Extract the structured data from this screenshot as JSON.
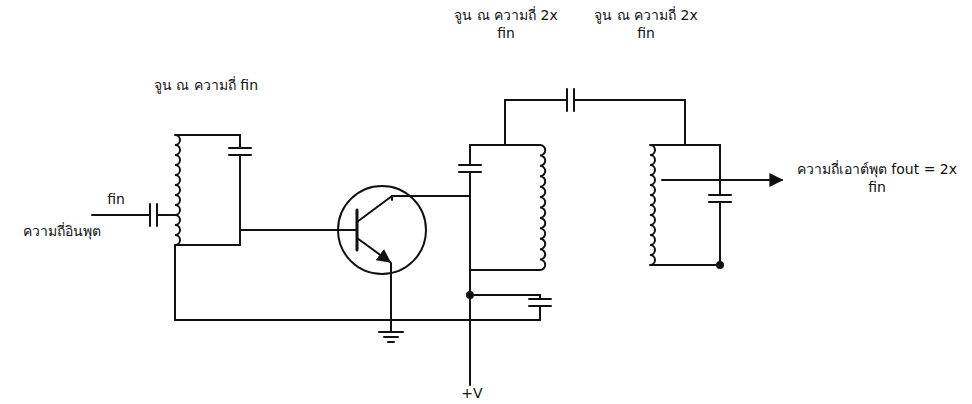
{
  "diagram": {
    "labels": [
      "จูน ณ ความถี่ fin",
      "จูน ณ ความถี่ 2x fin",
      "จูน ณ ความถี่ 2x fin",
      "fin",
      "ความถี่อินพุต",
      "ความถี่เอาต์พุต fout = 2x fin",
      "+V"
    ]
  }
}
